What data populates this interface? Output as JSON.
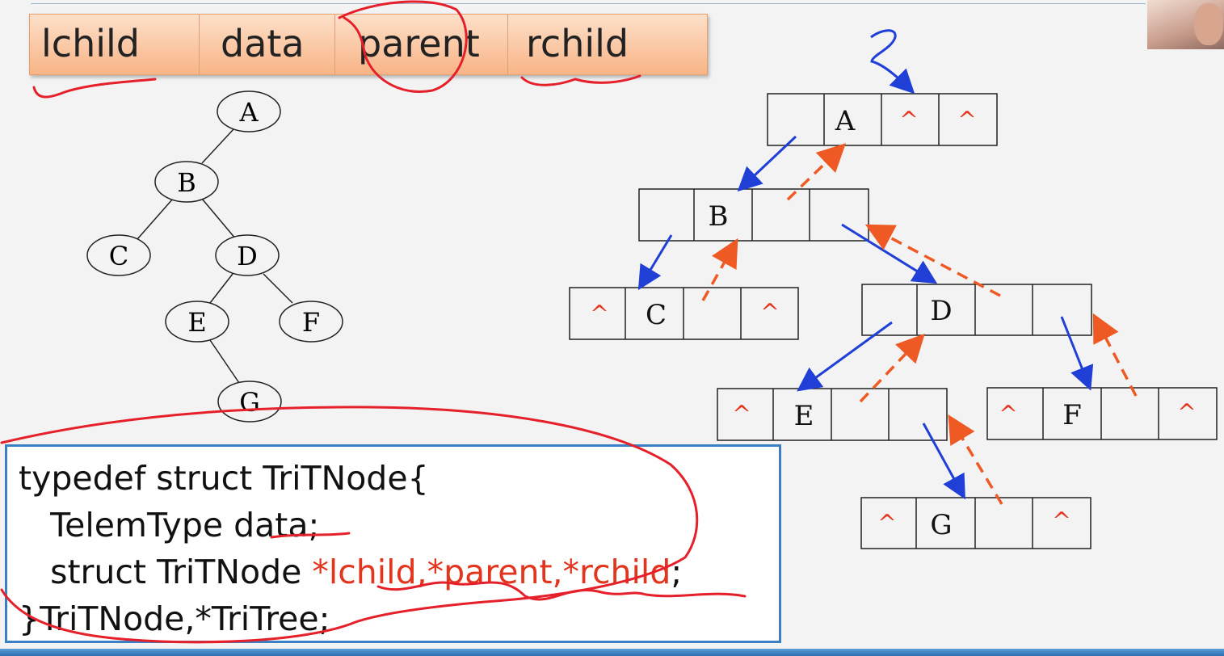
{
  "node_fields": [
    "lchild",
    "data",
    "parent",
    "rchild"
  ],
  "tree": {
    "nodes": [
      "A",
      "B",
      "C",
      "D",
      "E",
      "F",
      "G"
    ]
  },
  "trilinked": {
    "null_mark": "^",
    "nodes": [
      {
        "data": "A",
        "lchild": "",
        "parent": "^",
        "rchild": "^"
      },
      {
        "data": "B",
        "lchild": "",
        "parent": "",
        "rchild": ""
      },
      {
        "data": "C",
        "lchild": "^",
        "parent": "",
        "rchild": "^"
      },
      {
        "data": "D",
        "lchild": "",
        "parent": "",
        "rchild": ""
      },
      {
        "data": "E",
        "lchild": "^",
        "parent": "",
        "rchild": ""
      },
      {
        "data": "F",
        "lchild": "^",
        "parent": "",
        "rchild": "^"
      },
      {
        "data": "G",
        "lchild": "^",
        "parent": "",
        "rchild": "^"
      }
    ]
  },
  "code": {
    "line1": "typedef struct TriTNode{",
    "line2_prefix": "   TelemType data;",
    "line3_prefix": "   struct TriTNode ",
    "line3_highlight": "*lchild,*parent,*rchild",
    "line3_suffix": ";",
    "line4": "}TriTNode,*TriTree;"
  },
  "colors": {
    "child_pointer": "#1f3fd6",
    "parent_pointer": "#ef5a24",
    "null_mark": "#e3341e",
    "annotation": "#e5202a",
    "header_bar": "#f8b487",
    "code_border": "#3b7fc4"
  }
}
